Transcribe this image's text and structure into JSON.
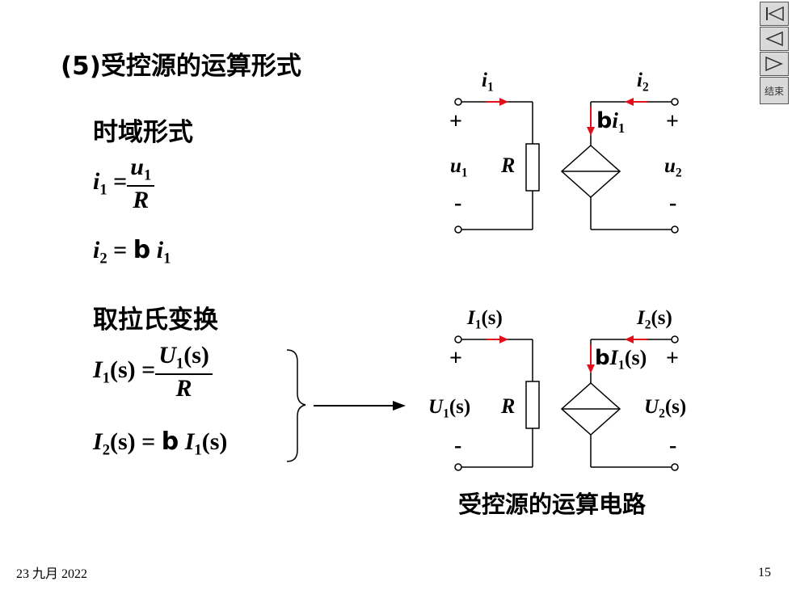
{
  "title": "(5)受控源的运算形式",
  "time_domain": {
    "heading": "时域形式",
    "eq1": {
      "lhs_var": "i",
      "lhs_sub": "1",
      "eq": "=",
      "num_var": "u",
      "num_sub": "1",
      "den": "R"
    },
    "eq2": {
      "lhs_var": "i",
      "lhs_sub": "2",
      "eq": "=",
      "coef": "b",
      "rhs_var": "i",
      "rhs_sub": "1"
    }
  },
  "laplace": {
    "heading": "取拉氏变换",
    "eq1": {
      "lhs_var": "I",
      "lhs_sub": "1",
      "lhs_arg": "(s)",
      "eq": "=",
      "num_var": "U",
      "num_sub": "1",
      "num_arg": "(s)",
      "den": "R"
    },
    "eq2": {
      "lhs_var": "I",
      "lhs_sub": "2",
      "lhs_arg": "(s)",
      "eq": "=",
      "coef": "b",
      "rhs_var": "I",
      "rhs_sub": "1",
      "rhs_arg": "(s)"
    }
  },
  "circuit1": {
    "i1": {
      "var": "i",
      "sub": "1"
    },
    "i2": {
      "var": "i",
      "sub": "2"
    },
    "plus_left": "+",
    "plus_right": "+",
    "minus_left": "-",
    "minus_right": "-",
    "u1": {
      "var": "u",
      "sub": "1"
    },
    "u2": {
      "var": "u",
      "sub": "2"
    },
    "R": "R",
    "source": {
      "coef": "b",
      "var": "i",
      "sub": "1"
    }
  },
  "circuit2": {
    "I1": {
      "var": "I",
      "sub": "1",
      "arg": "(s)"
    },
    "I2": {
      "var": "I",
      "sub": "2",
      "arg": "(s)"
    },
    "plus_left": "+",
    "plus_right": "+",
    "minus_left": "-",
    "minus_right": "-",
    "U1": {
      "var": "U",
      "sub": "1",
      "arg": "(s)"
    },
    "U2": {
      "var": "U",
      "sub": "2",
      "arg": "(s)"
    },
    "R": "R",
    "source": {
      "coef": "b",
      "var": "I",
      "sub": "1",
      "arg": "(s)"
    }
  },
  "caption": "受控源的运算电路",
  "footer": {
    "date": "23 九月 2022",
    "page": "15"
  },
  "nav": {
    "end_label": "结束"
  },
  "colors": {
    "current_arrow": "#e0101a",
    "wire": "#000000"
  }
}
